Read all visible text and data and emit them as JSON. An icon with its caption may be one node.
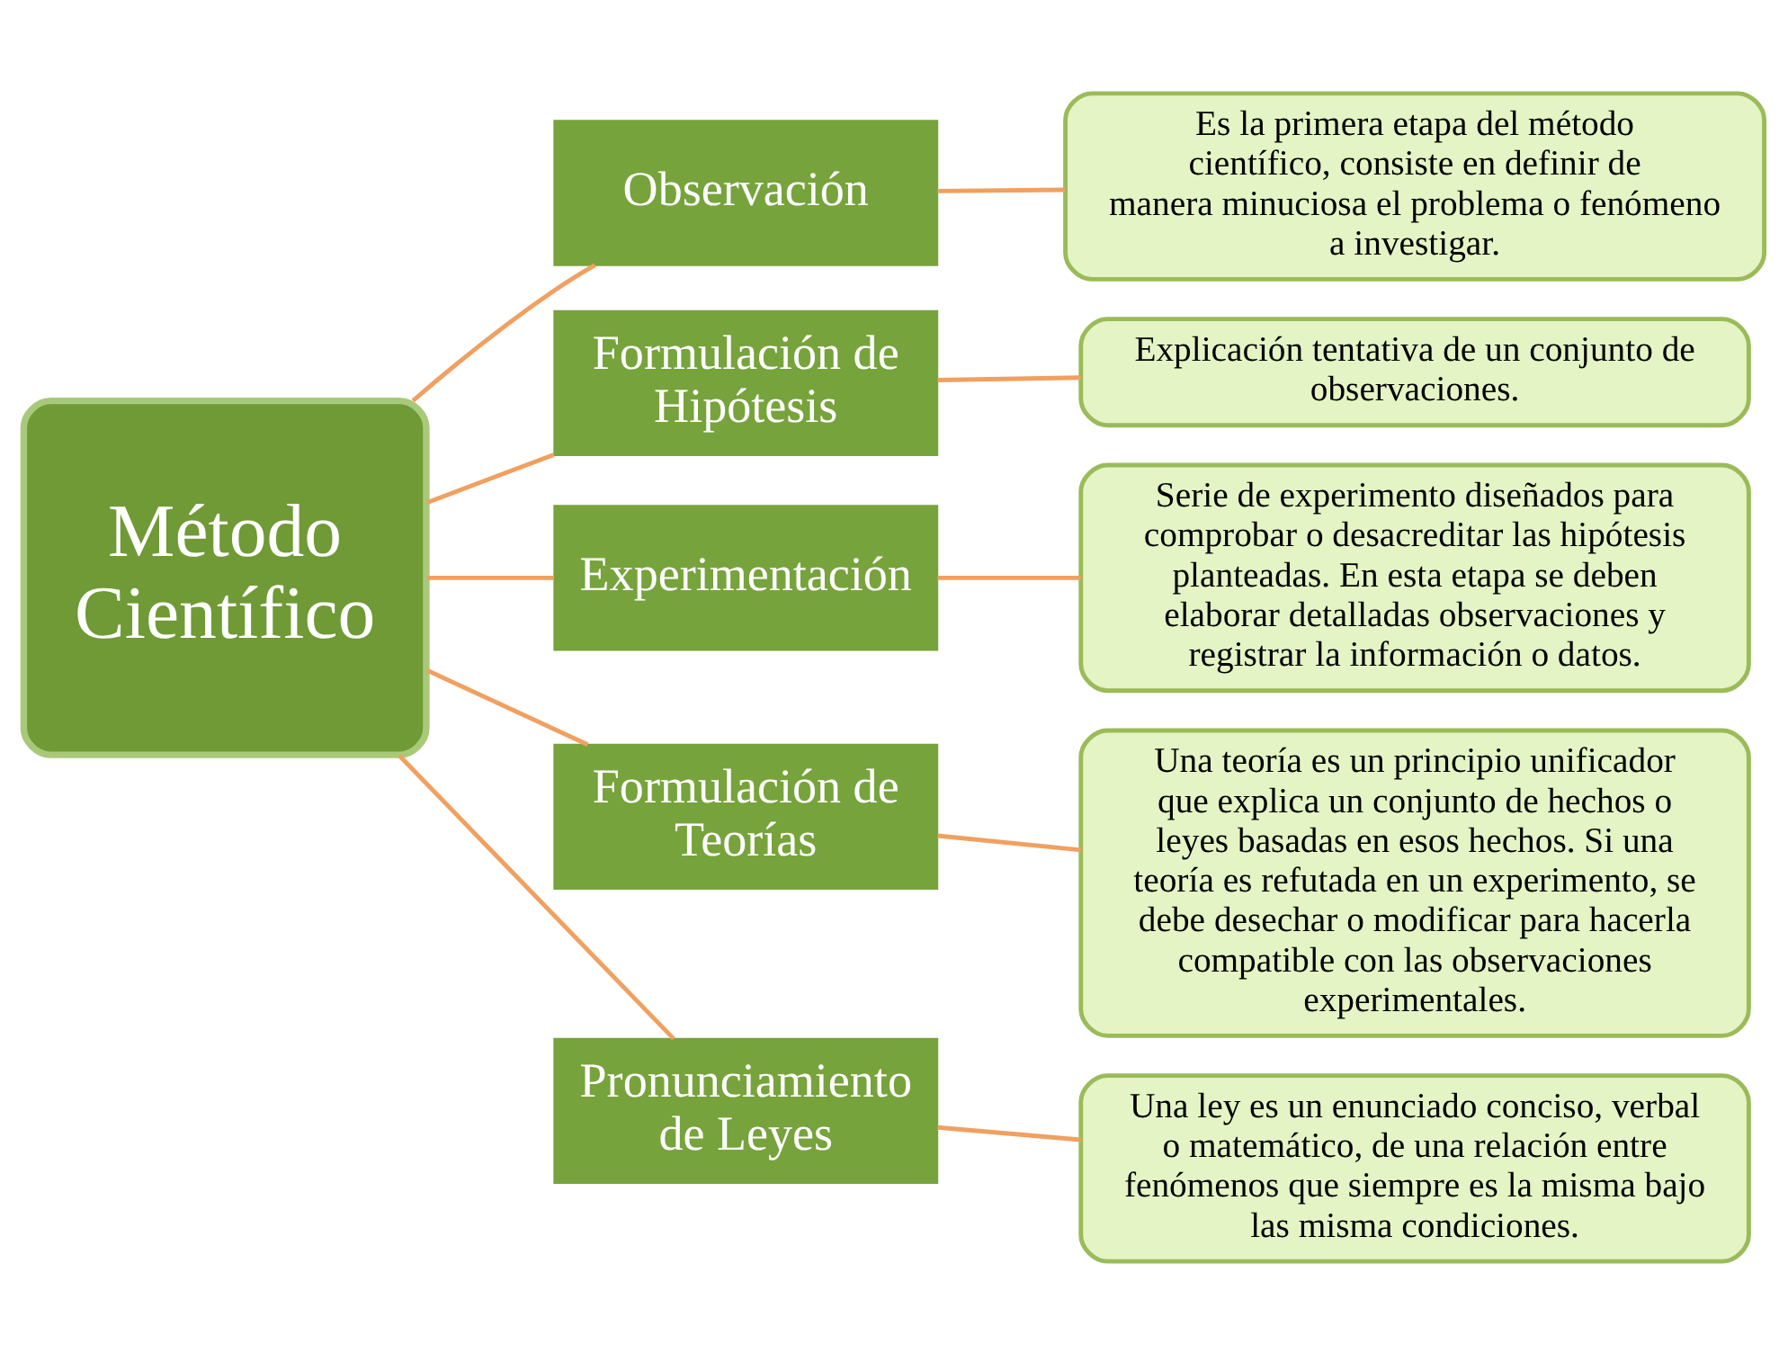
{
  "diagram": {
    "nodes": [
      {
        "text": [
          "Método Científico"
        ]
      },
      {
        "text": [
          "Observación"
        ]
      },
      {
        "text": [
          "Formulación de Hipótesis"
        ]
      },
      {
        "text": [
          "Experimentación"
        ]
      },
      {
        "text": [
          "Formulación de Teorías"
        ]
      },
      {
        "text": [
          "Pronunciamiento de Leyes"
        ]
      },
      {
        "text": [
          "Es la primera etapa del método científico, consiste en definir de manera minuciosa el problema o fenómeno a investigar."
        ]
      },
      {
        "text": [
          "Explicación tentativa de un conjunto de observaciones."
        ]
      },
      {
        "text": [
          "Serie de experimento diseñados para comprobar o desacreditar las hipótesis planteadas. En esta etapa se deben elaborar detalladas observaciones y registrar la información o datos."
        ]
      },
      {
        "text": [
          "Una teoría es un principio unificador que explica un conjunto de hechos o leyes basadas en esos hechos. Si una teoría es refutada en un experimento, se debe desechar o modificar para hacerla compatible con las observaciones experimentales."
        ]
      },
      {
        "text": [
          "Una ley es un enunciado conciso, verbal o matemático, de una relación entre fenómenos que siempre es la misma bajo las misma condiciones."
        ]
      }
    ],
    "edges": [
      {
        "from": 0,
        "to": 1,
        "arrow": "none"
      },
      {
        "from": 0,
        "to": 2,
        "arrow": "none"
      },
      {
        "from": 0,
        "to": 3,
        "arrow": "none"
      },
      {
        "from": 0,
        "to": 4,
        "arrow": "none"
      },
      {
        "from": 0,
        "to": 5,
        "arrow": "none"
      },
      {
        "from": 1,
        "to": 6,
        "arrow": "none"
      },
      {
        "from": 2,
        "to": 7,
        "arrow": "none"
      },
      {
        "from": 3,
        "to": 8,
        "arrow": "none"
      },
      {
        "from": 4,
        "to": 9,
        "arrow": "none"
      },
      {
        "from": 5,
        "to": 10,
        "arrow": "none"
      }
    ]
  }
}
